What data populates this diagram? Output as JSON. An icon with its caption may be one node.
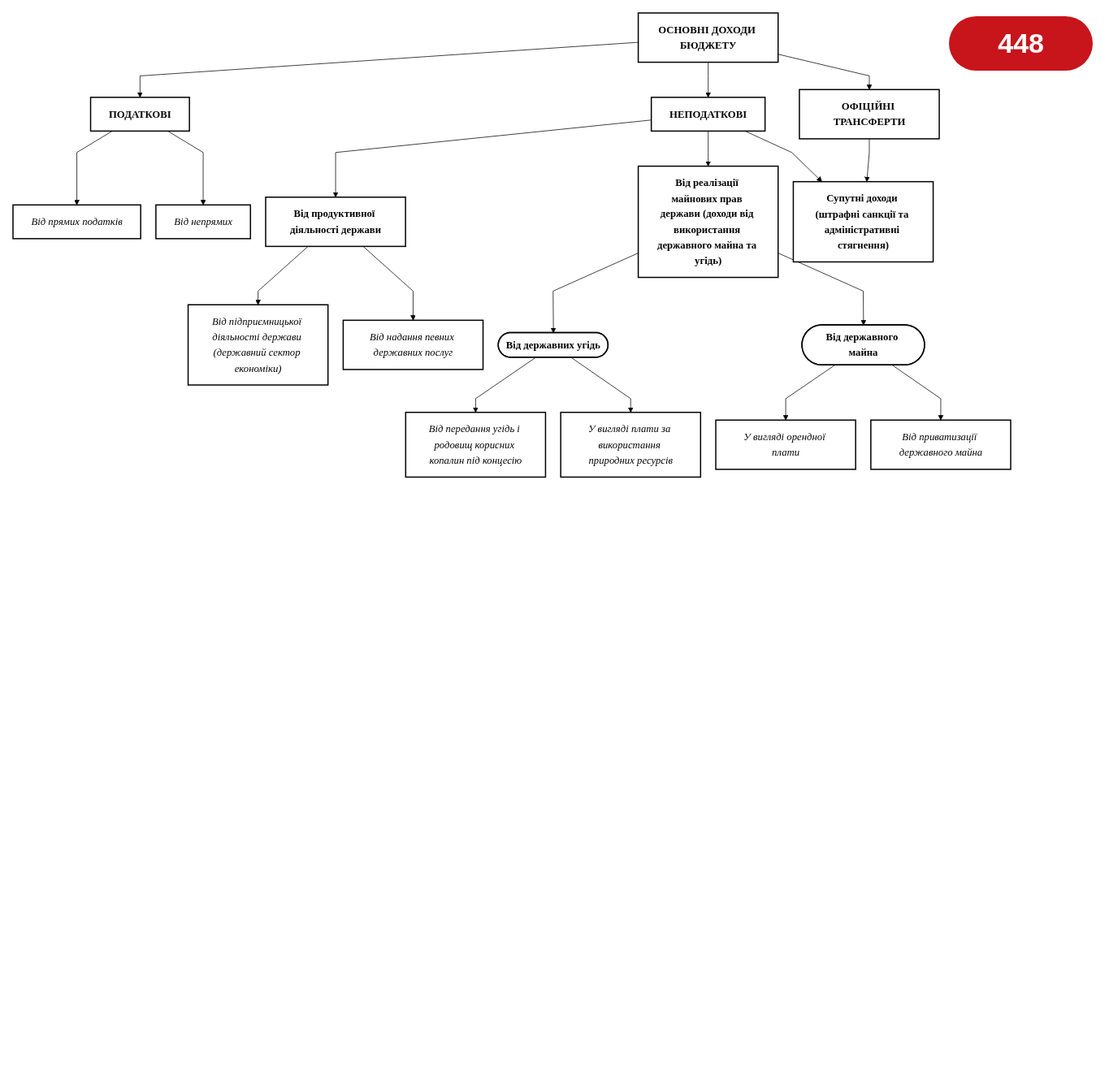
{
  "diagram": {
    "nodes": [
      {
        "text": [
          "ОСНОВНІ ДОХОДИ БЮДЖЕТУ"
        ]
      },
      {
        "text": [
          "ПОДАТКОВІ"
        ]
      },
      {
        "text": [
          "НЕПОДАТКОВІ"
        ]
      },
      {
        "text": [
          "ОФІЦІЙНІ ТРАНСФЕРТИ"
        ]
      },
      {
        "text": [
          "Від прямих податків"
        ]
      },
      {
        "text": [
          "Від непрямих"
        ]
      },
      {
        "text": [
          "Від продуктивної діяльності держави"
        ]
      },
      {
        "text": [
          "Від реалізації майнових прав держави (доходи від використання державного майна та угідь)"
        ]
      },
      {
        "text": [
          "Супутні доходи (штрафні санкції та адміністративні стягнення)"
        ]
      },
      {
        "text": [
          "Від підприємницької діяльності держави (державний сектор економіки)"
        ]
      },
      {
        "text": [
          "Від надання певних державних послуг"
        ]
      },
      {
        "text": [
          "Від державних угідь"
        ]
      },
      {
        "text": [
          "Від державного майна"
        ]
      },
      {
        "text": [
          "Від передання угідь і родовищ корисних копалин під концесію"
        ]
      },
      {
        "text": [
          "У вигляді плати за використання природних ресурсів"
        ]
      },
      {
        "text": [
          "У вигляді орендної плати"
        ]
      },
      {
        "text": [
          "Від приватизації державного майна"
        ]
      }
    ],
    "edges": [
      {
        "from": 0,
        "to": 1,
        "arrow": "to"
      },
      {
        "from": 0,
        "to": 2,
        "arrow": "to"
      },
      {
        "from": 0,
        "to": 3,
        "arrow": "to"
      },
      {
        "from": 1,
        "to": 4,
        "arrow": "to"
      },
      {
        "from": 1,
        "to": 5,
        "arrow": "to"
      },
      {
        "from": 2,
        "to": 6,
        "arrow": "to"
      },
      {
        "from": 2,
        "to": 7,
        "arrow": "to"
      },
      {
        "from": 2,
        "to": 8,
        "arrow": "to"
      },
      {
        "from": 3,
        "to": 8,
        "arrow": "to"
      },
      {
        "from": 6,
        "to": 9,
        "arrow": "to"
      },
      {
        "from": 6,
        "to": 10,
        "arrow": "to"
      },
      {
        "from": 7,
        "to": 11,
        "arrow": "to"
      },
      {
        "from": 7,
        "to": 12,
        "arrow": "to"
      },
      {
        "from": 11,
        "to": 13,
        "arrow": "to"
      },
      {
        "from": 11,
        "to": 14,
        "arrow": "to"
      },
      {
        "from": 12,
        "to": 15,
        "arrow": "to"
      },
      {
        "from": 12,
        "to": 16,
        "arrow": "to"
      }
    ],
    "labels": [
      "448"
    ]
  }
}
